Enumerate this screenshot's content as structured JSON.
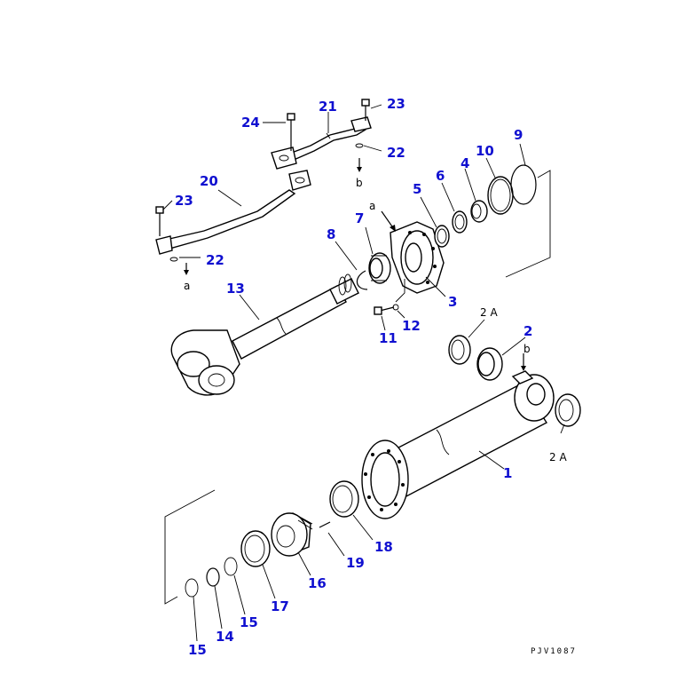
{
  "part_numbers": {
    "p1": "1",
    "p2": "2",
    "p3": "3",
    "p4": "4",
    "p5": "5",
    "p6": "6",
    "p7": "7",
    "p8": "8",
    "p9": "9",
    "p10": "10",
    "p11": "11",
    "p12": "12",
    "p13": "13",
    "p14": "14",
    "p15a": "15",
    "p15b": "15",
    "p16": "16",
    "p17": "17",
    "p18": "18",
    "p19": "19",
    "p20": "20",
    "p21": "21",
    "p22a": "22",
    "p22b": "22",
    "p23a": "23",
    "p23b": "23",
    "p24": "24"
  },
  "references": {
    "a_top": "a",
    "a_bottom": "a",
    "b_top": "b",
    "b_bottom": "b",
    "twoA_top": "2 A",
    "twoA_right": "2 A"
  },
  "drawing_code": "PJV1087",
  "colors": {
    "callout": "#1010d0",
    "line": "#000000"
  }
}
